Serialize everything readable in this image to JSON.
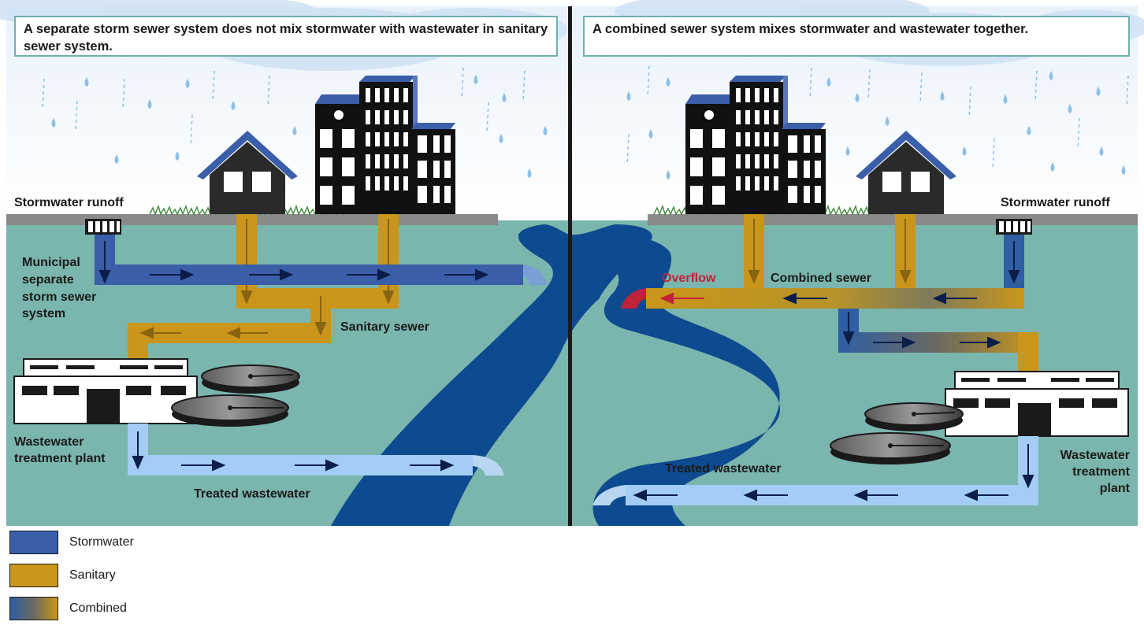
{
  "left_panel": {
    "title": "A separate storm sewer system does not mix stormwater with wastewater in sanitary sewer system.",
    "labels": {
      "stormwater_runoff": "Stormwater runoff",
      "ms4_line1": "Municipal",
      "ms4_line2": "separate",
      "ms4_line3": "storm sewer",
      "ms4_line4": "system",
      "sanitary_sewer": "Sanitary sewer",
      "wwtp_line1": "Wastewater",
      "wwtp_line2": "treatment plant",
      "treated_wastewater": "Treated wastewater"
    }
  },
  "right_panel": {
    "title": "A combined sewer system mixes stormwater and wastewater together.",
    "labels": {
      "stormwater_runoff": "Stormwater runoff",
      "overflow": "Overflow",
      "combined_sewer": "Combined sewer",
      "treated_wastewater": "Treated wastewater",
      "wwtp_line1": "Wastewater",
      "wwtp_line2": "treatment",
      "wwtp_line3": "plant"
    }
  },
  "legend": [
    {
      "label": "Stormwater",
      "color": "#3a5ea8"
    },
    {
      "label": "Sanitary",
      "color": "#c9961b"
    },
    {
      "label": "Combined",
      "color": "gradient"
    }
  ],
  "colors": {
    "stormwater": "#3a5ea8",
    "sanitary": "#c9961b",
    "treated": "#a3cdf4",
    "ground": "#7ab5ae",
    "river": "#0d4a8f",
    "overflow": "#c0223a"
  }
}
